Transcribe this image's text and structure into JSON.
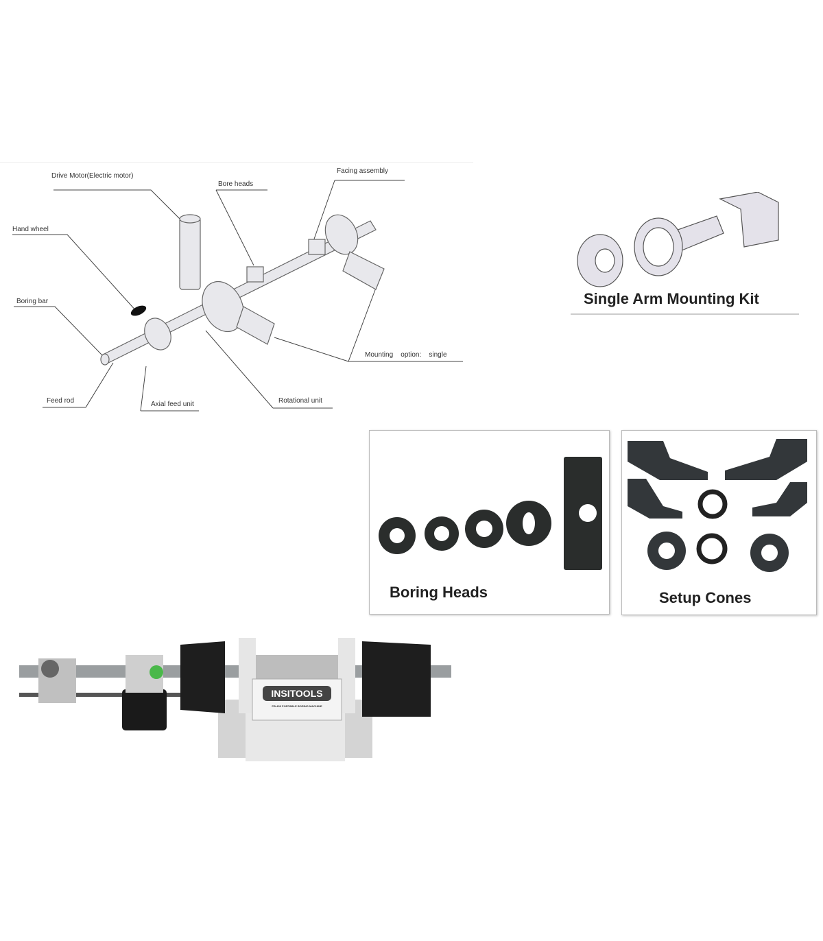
{
  "diagram": {
    "labels": {
      "drive_motor": "Drive Motor(Electric motor)",
      "bore_heads": "Bore heads",
      "facing_assembly": "Facing assembly",
      "hand_wheel": "Hand wheel",
      "boring_bar": "Boring bar",
      "mounting_option": "Mounting    option:    single",
      "feed_rod": "Feed rod",
      "axial_feed_unit": "Axial feed unit",
      "rotational_unit": "Rotational unit"
    }
  },
  "kit": {
    "caption": "Single Arm Mounting Kit"
  },
  "boring_heads": {
    "caption": "Boring Heads"
  },
  "setup_cones": {
    "caption": "Setup Cones"
  },
  "photo": {
    "brand": "INSITOOLS",
    "subtitle": "PB-400 PORTABLE BORING MACHINE"
  }
}
